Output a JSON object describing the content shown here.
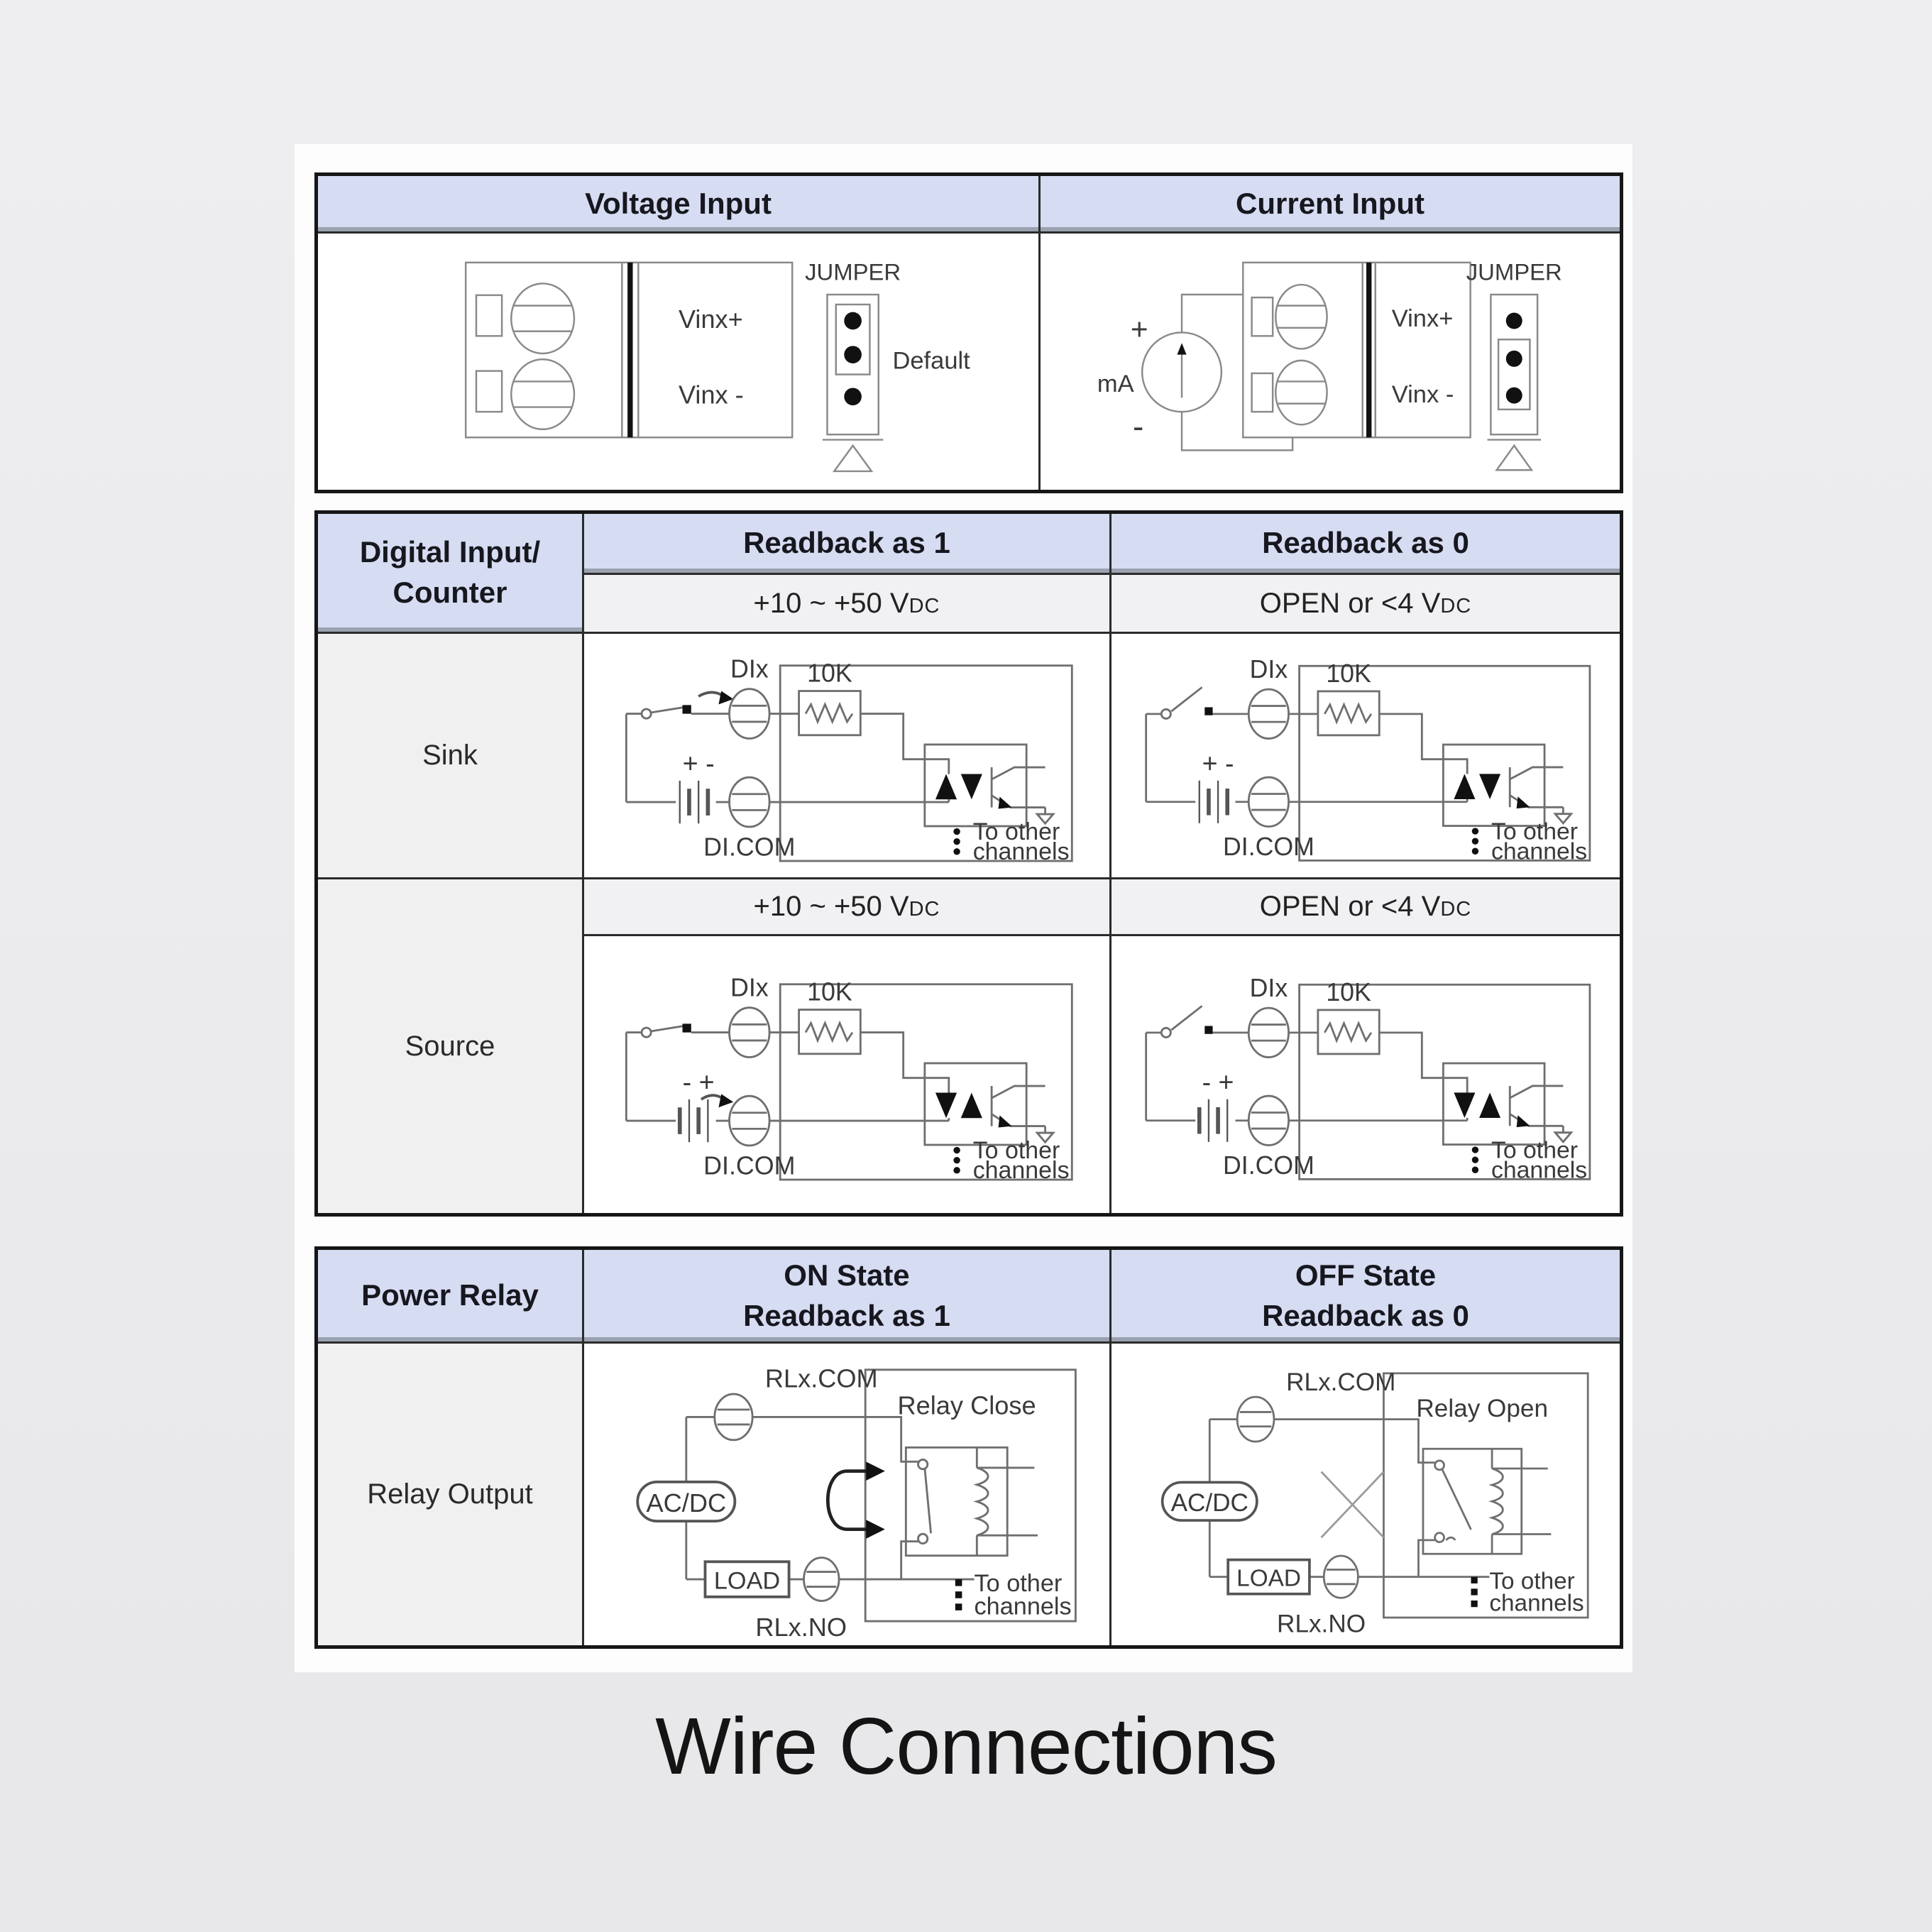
{
  "page": {
    "title": "Wire Connections"
  },
  "analog_table": {
    "col1_header": "Voltage Input",
    "col2_header": "Current Input",
    "voltage": {
      "jumper": "JUMPER",
      "vin_plus": "Vinx+",
      "vin_minus": "Vinx -",
      "default_label": "Default"
    },
    "current": {
      "jumper": "JUMPER",
      "vin_plus": "Vinx+",
      "vin_minus": "Vinx -",
      "ma": "mA",
      "plus": "+",
      "minus": "-"
    }
  },
  "di_table": {
    "label_line1": "Digital Input/",
    "label_line2": "Counter",
    "readback1": "Readback as 1",
    "readback0": "Readback as 0",
    "cond_on": "+10 ~ +50 V",
    "cond_off": "OPEN or <4 V",
    "cond_unit": "DC",
    "sink_label": "Sink",
    "source_label": "Source",
    "dix": "DIx",
    "resistor": "10K",
    "dicom": "DI.COM",
    "to_other": "To other",
    "channels": "channels",
    "sink_battery": "+ -",
    "source_battery": "- +"
  },
  "relay_table": {
    "label": "Power Relay",
    "on_line1": "ON State",
    "on_line2": "Readback as 1",
    "off_line1": "OFF State",
    "off_line2": "Readback as 0",
    "row_label": "Relay Output",
    "rlx_com": "RLx.COM",
    "rlx_no": "RLx.NO",
    "acdc": "AC/DC",
    "load": "LOAD",
    "relay_close": "Relay Close",
    "relay_open": "Relay Open",
    "to_other": "To other",
    "channels": "channels"
  }
}
